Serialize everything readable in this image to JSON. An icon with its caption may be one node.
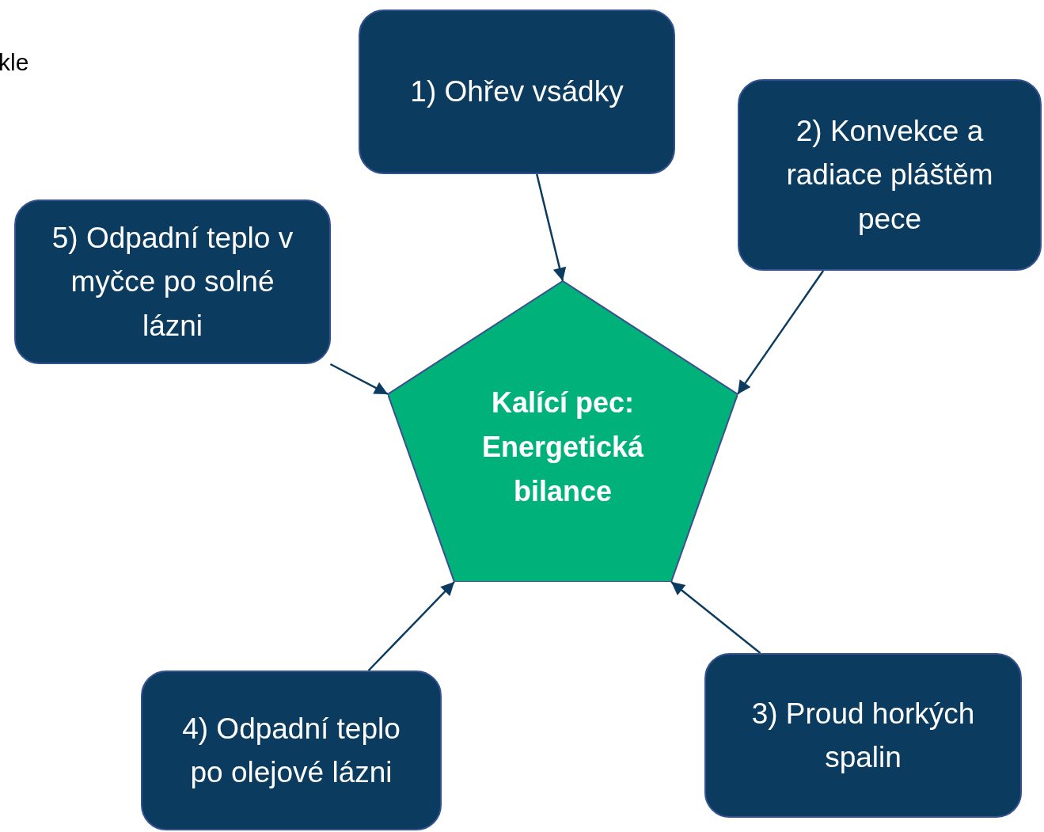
{
  "diagram": {
    "nodes": [
      {
        "text": [
          "1) Ohřev vsádky"
        ]
      },
      {
        "text": [
          "2) Konvekce a radiace pláštěm pece"
        ]
      },
      {
        "text": [
          "5) Odpadní teplo v myčce po solné lázni"
        ]
      },
      {
        "text": [
          "Kalící pec: Energetická bilance"
        ]
      },
      {
        "text": [
          "3) Proud horkých spalin"
        ]
      },
      {
        "text": [
          "4) Odpadní teplo po olejové lázni"
        ]
      }
    ],
    "edges": [
      {
        "from": 0,
        "to": 3,
        "arrow": "to"
      },
      {
        "from": 1,
        "to": 3,
        "arrow": "to"
      },
      {
        "from": 2,
        "to": 3,
        "arrow": "to"
      },
      {
        "from": 4,
        "to": 3,
        "arrow": "to"
      },
      {
        "from": 5,
        "to": 3,
        "arrow": "to"
      }
    ],
    "labels": [
      "kle"
    ]
  }
}
